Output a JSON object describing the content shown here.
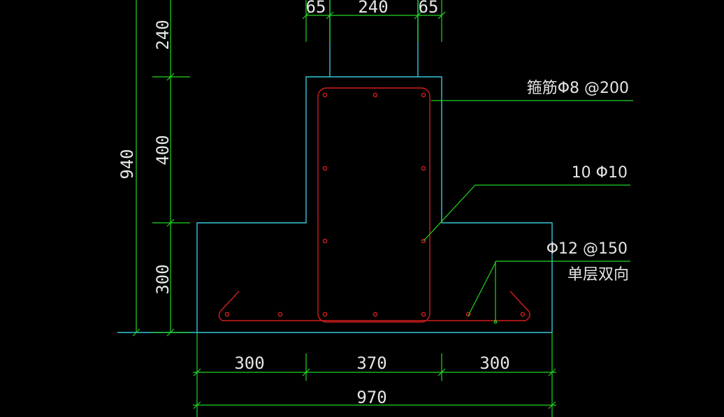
{
  "colors": {
    "background": "#000000",
    "outline": "#36c6d8",
    "rebar": "#d21e1e",
    "dimension": "#22d622",
    "leader": "#22d622",
    "text": "#e6e6e6"
  },
  "dimensions": {
    "top_left": "65",
    "top_mid": "240",
    "top_right": "65",
    "left_upper": "240",
    "left_middle": "400",
    "left_lower": "300",
    "left_total": "940",
    "bottom_left": "300",
    "bottom_mid": "370",
    "bottom_right": "300",
    "bottom_total": "970"
  },
  "annotations": {
    "stirrup": "箍筋Φ8 @200",
    "longitudinal": "10 Φ10",
    "slab_bar": "Φ12 @150",
    "slab_bar_note": "单层双向"
  }
}
